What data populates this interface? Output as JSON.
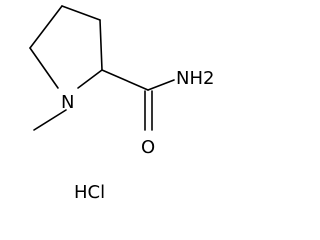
{
  "molecule": {
    "atoms": {
      "nitrogen_ring": "N",
      "amide_nitrogen": "NH2",
      "oxygen": "O"
    },
    "salt": "HCl"
  }
}
